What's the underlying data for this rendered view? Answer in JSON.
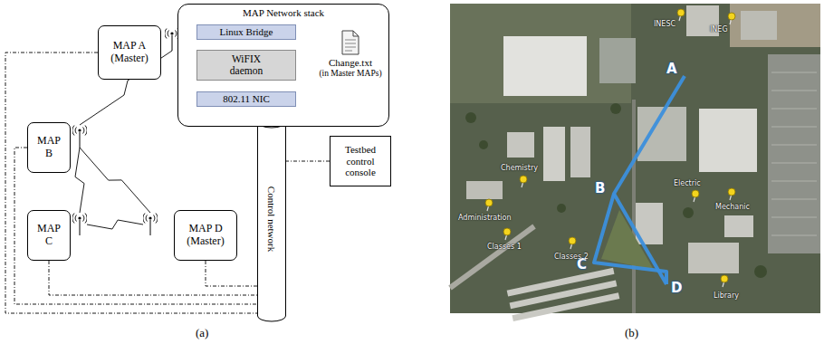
{
  "diagram": {
    "nodes": [
      {
        "text": [
          "MAP A (Master)"
        ]
      },
      {
        "text": [
          "MAP B"
        ]
      },
      {
        "text": [
          "MAP C"
        ]
      },
      {
        "text": [
          "MAP D (Master)"
        ]
      },
      {
        "text": [
          "Control network"
        ]
      },
      {
        "text": [
          "Testbed control console"
        ]
      },
      {
        "text": [
          "MAP Network stack"
        ]
      },
      {
        "text": [
          "Linux Bridge"
        ],
        "in": 6
      },
      {
        "text": [
          "WiFIX daemon"
        ],
        "in": 6
      },
      {
        "text": [
          "802.11 NIC"
        ],
        "in": 6
      },
      {
        "text": [
          "Change.txt",
          "(in Master MAPs)"
        ],
        "in": 6
      }
    ],
    "edges": [
      {
        "from": 0,
        "to": 4,
        "arrow": "none"
      },
      {
        "from": 1,
        "to": 4,
        "arrow": "none"
      },
      {
        "from": 2,
        "to": 4,
        "arrow": "none"
      },
      {
        "from": 3,
        "to": 4,
        "arrow": "none"
      },
      {
        "from": 5,
        "to": 4,
        "arrow": "none"
      },
      {
        "from": 0,
        "to": 1,
        "arrow": "none"
      },
      {
        "from": 1,
        "to": 2,
        "arrow": "none"
      },
      {
        "from": 1,
        "to": 3,
        "arrow": "none"
      },
      {
        "from": 2,
        "to": 3,
        "arrow": "none"
      },
      {
        "from": 7,
        "to": 8,
        "arrow": "to"
      },
      {
        "from": 8,
        "to": 7,
        "arrow": "to"
      },
      {
        "from": 8,
        "to": 9,
        "arrow": "to"
      },
      {
        "from": 9,
        "to": 8,
        "arrow": "to"
      },
      {
        "from": 10,
        "to": 8,
        "arrow": "to"
      }
    ],
    "labels": [
      "(a)",
      "(b)",
      "A",
      "B",
      "C",
      "D",
      "INESC",
      "INEG",
      "Chemistry",
      "Administration",
      "Classes 1",
      "Classes 2",
      "Electric",
      "Mechanic",
      "Library"
    ]
  }
}
